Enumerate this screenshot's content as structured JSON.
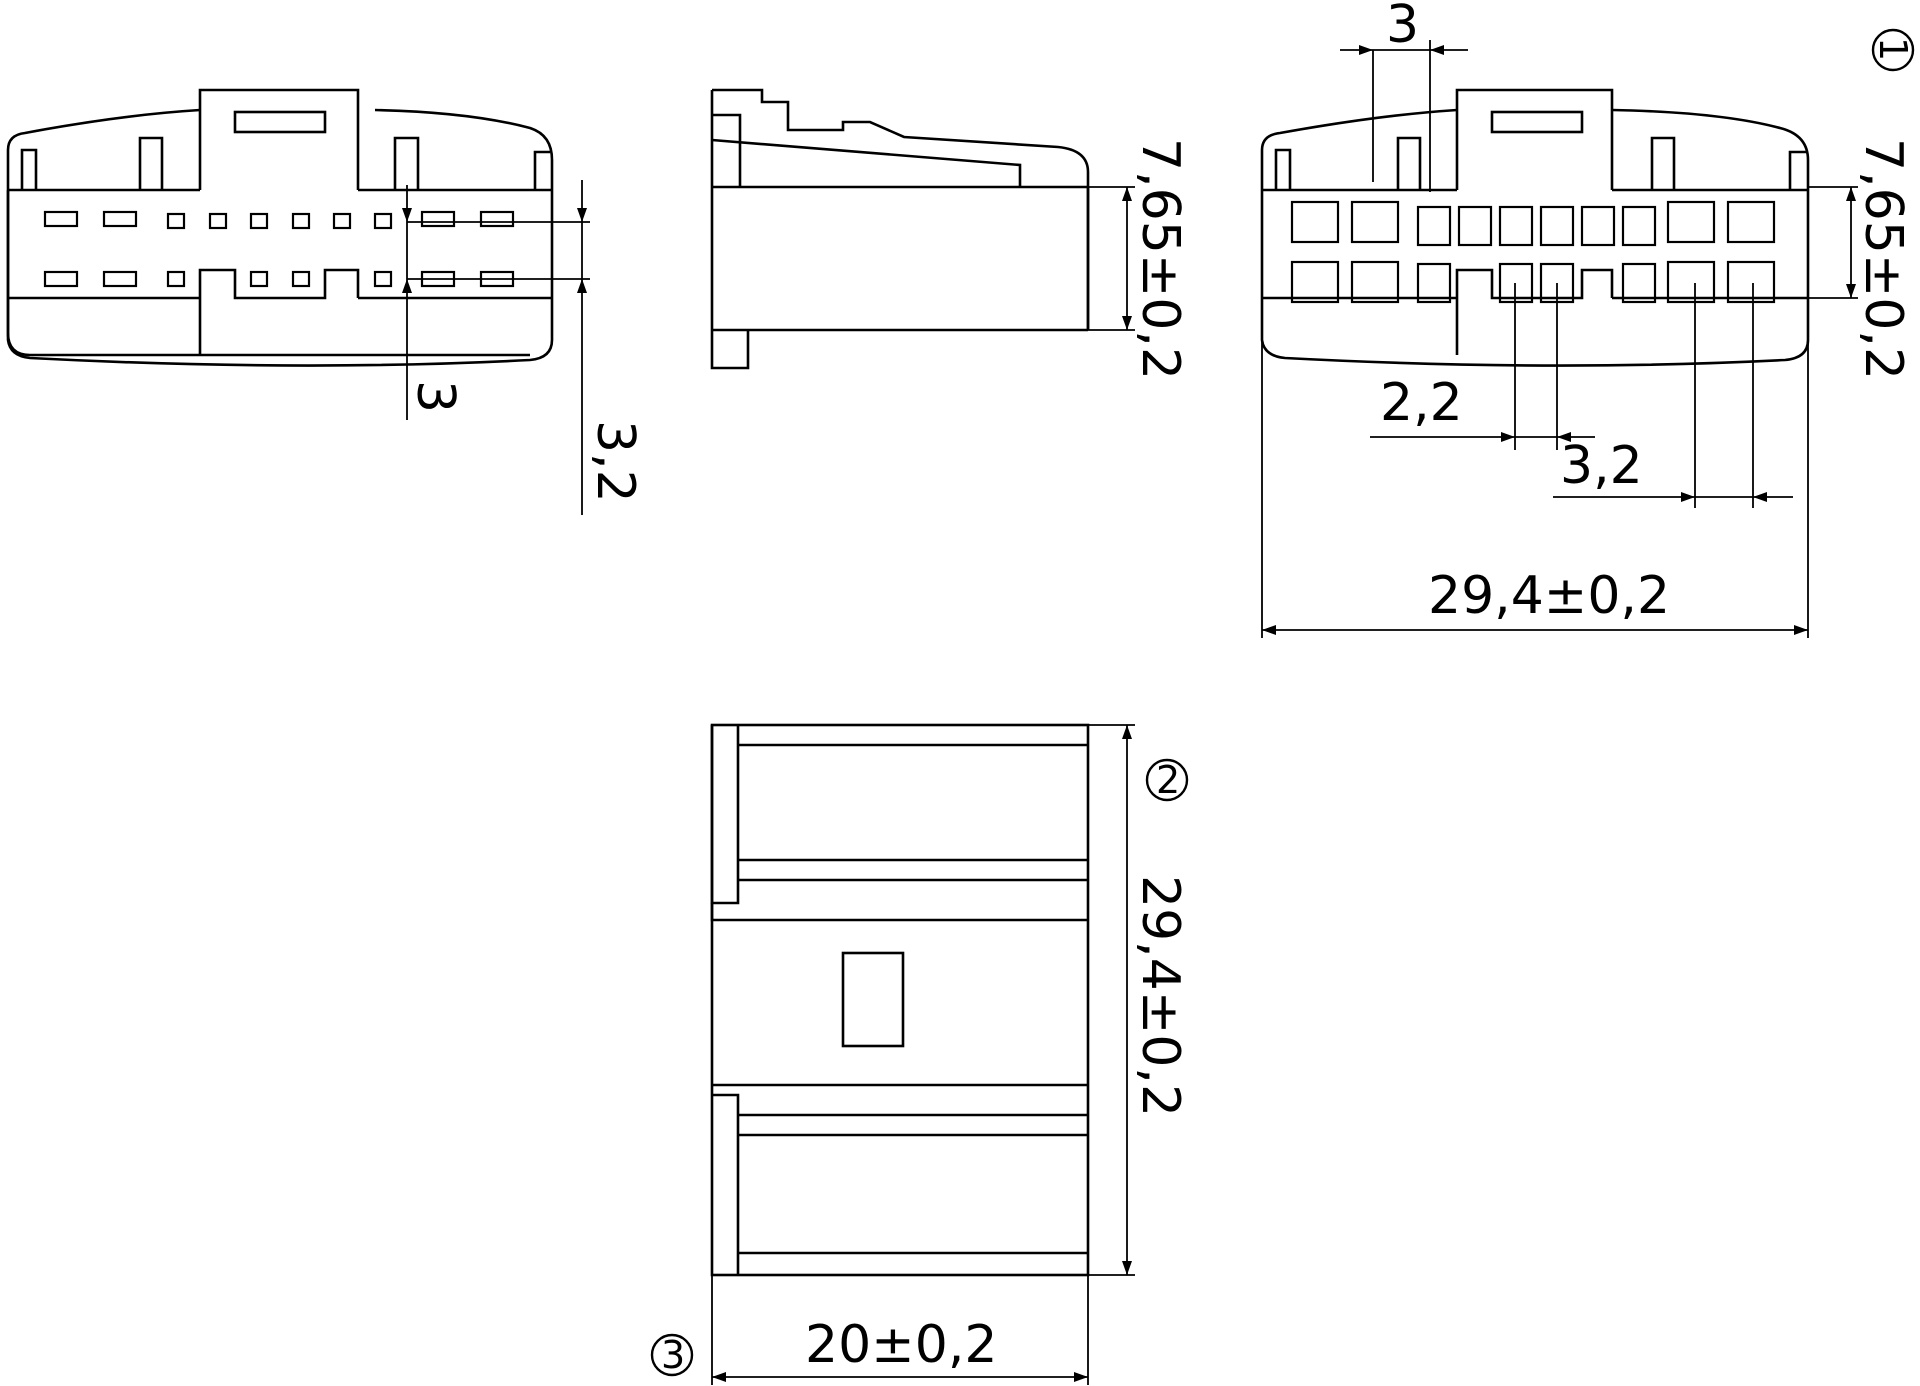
{
  "views": {
    "front_left": {
      "name": "front-view-pin-side"
    },
    "side": {
      "name": "side-view"
    },
    "front_right": {
      "name": "front-view-socket-side"
    },
    "top": {
      "name": "top-view"
    }
  },
  "dimensions": {
    "pitch_3_left": "3",
    "pitch_3_2_left": "3,2",
    "height_side": "7,65±0,2",
    "pitch_3_right": "3",
    "height_right": "7,65±0,2",
    "pitch_2_2_right": "2,2",
    "pitch_3_2_right": "3,2",
    "width_right": "29,4±0,2",
    "width_top": "29,4±0,2",
    "depth_top": "20±0,2"
  },
  "markers": {
    "m1": "1",
    "m2": "2",
    "m3": "3"
  }
}
